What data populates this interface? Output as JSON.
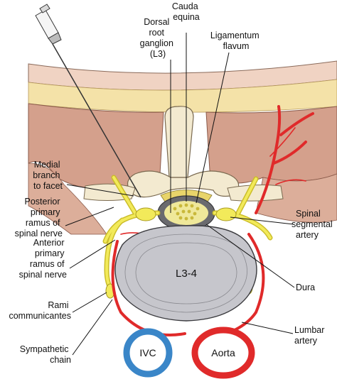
{
  "labels": {
    "cauda_equina": [
      "Cauda",
      "equina"
    ],
    "dorsal_root_ganglion": [
      "Dorsal",
      "root",
      "ganglion",
      "(L3)"
    ],
    "ligamentum_flavum": [
      "Ligamentum",
      "flavum"
    ],
    "medial_branch": [
      "Medial",
      "branch",
      "to facet"
    ],
    "posterior_primary_ramus": [
      "Posterior",
      "primary",
      "ramus of",
      "spinal nerve"
    ],
    "anterior_primary_ramus": [
      "Anterior",
      "primary",
      "ramus of",
      "spinal nerve"
    ],
    "rami_communicantes": [
      "Rami",
      "communicantes"
    ],
    "sympathetic_chain": [
      "Sympathetic",
      "chain"
    ],
    "spinal_segmental_artery": [
      "Spinal",
      "segmental",
      "artery"
    ],
    "dura": [
      "Dura"
    ],
    "lumbar_artery": [
      "Lumbar",
      "artery"
    ],
    "disc": "L3-4",
    "ivc": "IVC",
    "aorta": "Aorta"
  },
  "colors": {
    "skin": "#f2d8c8",
    "fat": "#f5e6b0",
    "muscle": "#d9a893",
    "bone": "#f3ead0",
    "disc": "#c9c9cd",
    "nerve": "#f2ea5a",
    "artery": "#e02a2a",
    "vein": "#3a86c8",
    "dura": "#6a6a6e"
  }
}
